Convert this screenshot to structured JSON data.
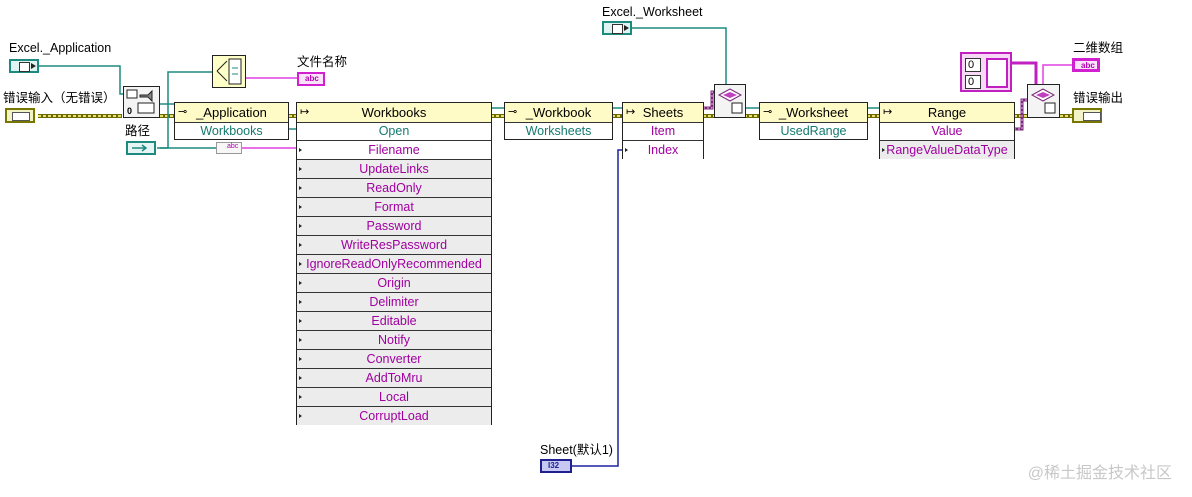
{
  "labels": {
    "excel_application": "Excel._Application",
    "error_in": "错误输入（无错误）",
    "path": "路径",
    "file_name": "文件名称",
    "excel_worksheet": "Excel._Worksheet",
    "sheet_default": "Sheet(默认1)",
    "array_2d": "二维数组",
    "error_out": "错误输出"
  },
  "constants": {
    "i32": "I32",
    "abc": "abc",
    "row0": "0",
    "col0": "0"
  },
  "nodes": {
    "application": {
      "title": "_Application",
      "property": "Workbooks"
    },
    "workbooks": {
      "title": "Workbooks",
      "method": "Open",
      "params": [
        "Filename",
        "UpdateLinks",
        "ReadOnly",
        "Format",
        "Password",
        "WriteResPassword",
        "IgnoreReadOnlyRecommended",
        "Origin",
        "Delimiter",
        "Editable",
        "Notify",
        "Converter",
        "AddToMru",
        "Local",
        "CorruptLoad"
      ]
    },
    "workbook": {
      "title": "_Workbook",
      "property": "Worksheets"
    },
    "sheets": {
      "title": "Sheets",
      "property": "Item",
      "param": "Index"
    },
    "worksheet": {
      "title": "_Worksheet",
      "property": "UsedRange"
    },
    "range": {
      "title": "Range",
      "property": "Value",
      "param": "RangeValueDataType"
    }
  },
  "watermark": "@稀土掘金技术社区",
  "colors": {
    "refnum_wire": "#1d8a80",
    "error_wire": "#8a8a00",
    "string_wire": "#e040e0",
    "variant_wire": "#7a2a7a",
    "i32_wire": "#2020a0"
  }
}
